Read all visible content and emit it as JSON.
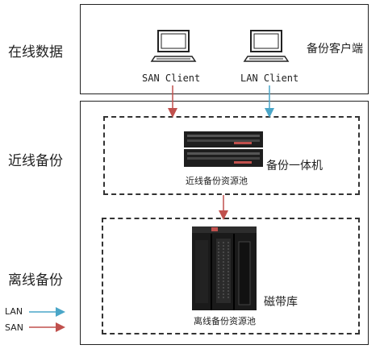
{
  "tiers": {
    "online": "在线数据",
    "nearline": "近线备份",
    "offline": "离线备份"
  },
  "clients": {
    "san": "SAN Client",
    "lan": "LAN Client",
    "group_label": "备份客户端"
  },
  "nearline": {
    "device_label": "备份一体机",
    "pool_label": "近线备份资源池"
  },
  "offline": {
    "device_label": "磁带库",
    "pool_label": "离线备份资源池"
  },
  "legend": {
    "lan": "LAN",
    "san": "SAN"
  },
  "colors": {
    "lan": "#4aa6c8",
    "san": "#c0504d"
  }
}
